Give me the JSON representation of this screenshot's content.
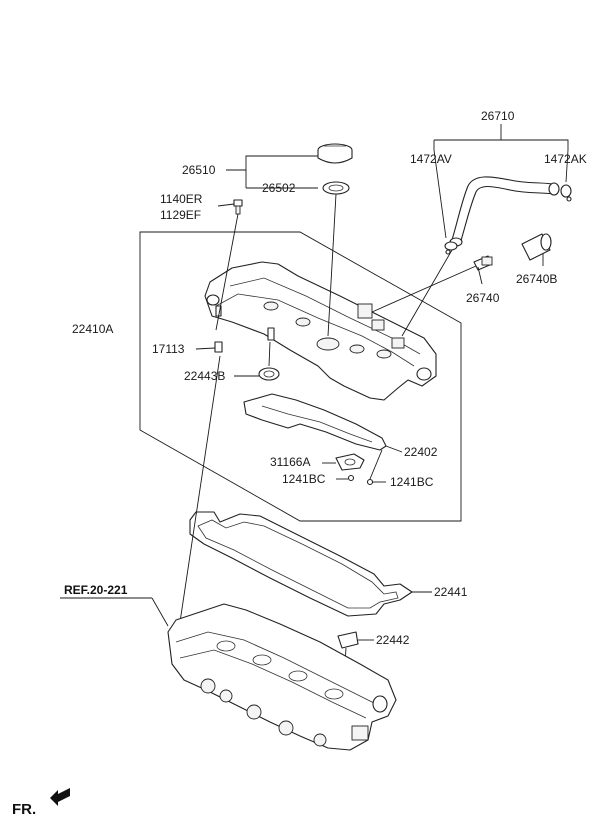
{
  "labels": {
    "p26710": "26710",
    "p1472AV": "1472AV",
    "p1472AK": "1472AK",
    "p26510": "26510",
    "p26502": "26502",
    "p1140ER": "1140ER",
    "p1129EF": "1129EF",
    "p22410A": "22410A",
    "p26740B": "26740B",
    "p26740": "26740",
    "p17113": "17113",
    "p22443B": "22443B",
    "p22402": "22402",
    "p31166A": "31166A",
    "p1241BC_left": "1241BC",
    "p1241BC_right": "1241BC",
    "p22441": "22441",
    "p22442": "22442",
    "ref": "REF.20-221",
    "fr": "FR."
  }
}
